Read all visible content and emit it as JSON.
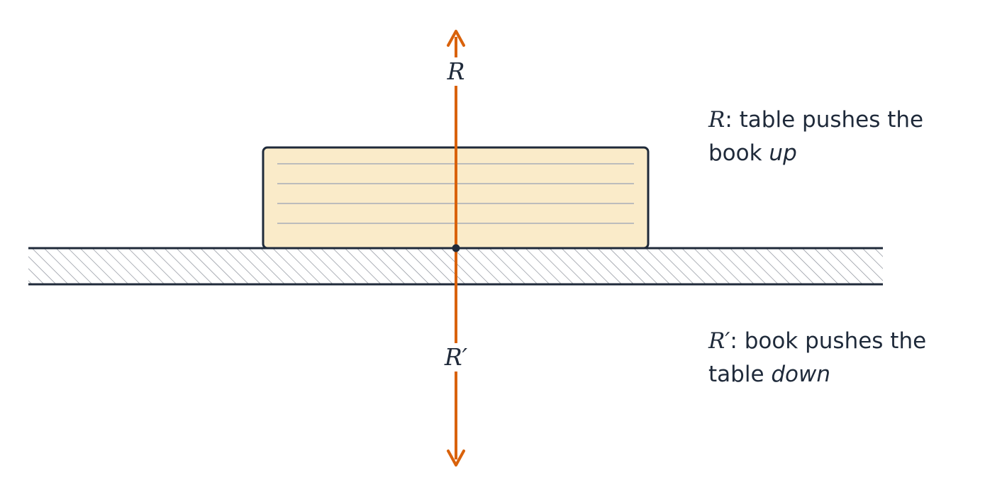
{
  "forces": {
    "up": {
      "symbol": "R",
      "caption_line1": ": table pushes the",
      "caption_line2_prefix": "book ",
      "caption_emph": "up"
    },
    "down": {
      "symbol": "R′",
      "caption_line1": ": book pushes the",
      "caption_line2_prefix": "table ",
      "caption_emph": "down"
    }
  },
  "colors": {
    "arrow": "#d9620b",
    "outline": "#1f2a3a",
    "book_fill": "#faebc9",
    "page_lines": "#a8adb8",
    "hatch": "#8a8f99"
  }
}
